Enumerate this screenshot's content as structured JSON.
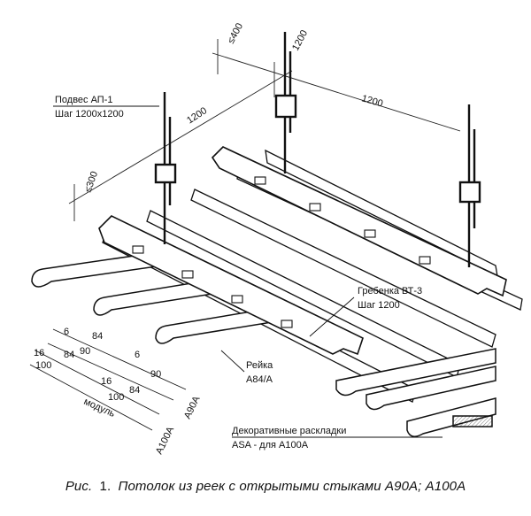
{
  "callouts": {
    "hanger_name": "Подвес АП-1",
    "hanger_step": "Шаг 1200x1200",
    "comb_name": "Гребенка ВТ-3",
    "comb_step": "Шаг 1200",
    "rail_name": "Рейка",
    "rail_type": "А84/А",
    "insert_name": "Декоративные раскладки",
    "insert_note": "ASA - для А100А"
  },
  "dimensions": {
    "top_400": "≤400",
    "top_1200_a": "1200",
    "top_1200_b": "1200",
    "left_1200": "1200",
    "left_300": "≤300"
  },
  "profile_a90": {
    "row1": [
      "6",
      "84",
      "6"
    ],
    "row2": [
      "90",
      "90"
    ],
    "label": "А90А"
  },
  "profile_a100": {
    "row1": [
      "16",
      "84",
      "16",
      "84"
    ],
    "row2": [
      "100",
      "100"
    ],
    "modul": "модуль",
    "label": "А100А"
  },
  "caption": {
    "prefix": "Рис.",
    "number": "1.",
    "text": "Потолок из реек с открытыми стыками А90А; А100А"
  }
}
